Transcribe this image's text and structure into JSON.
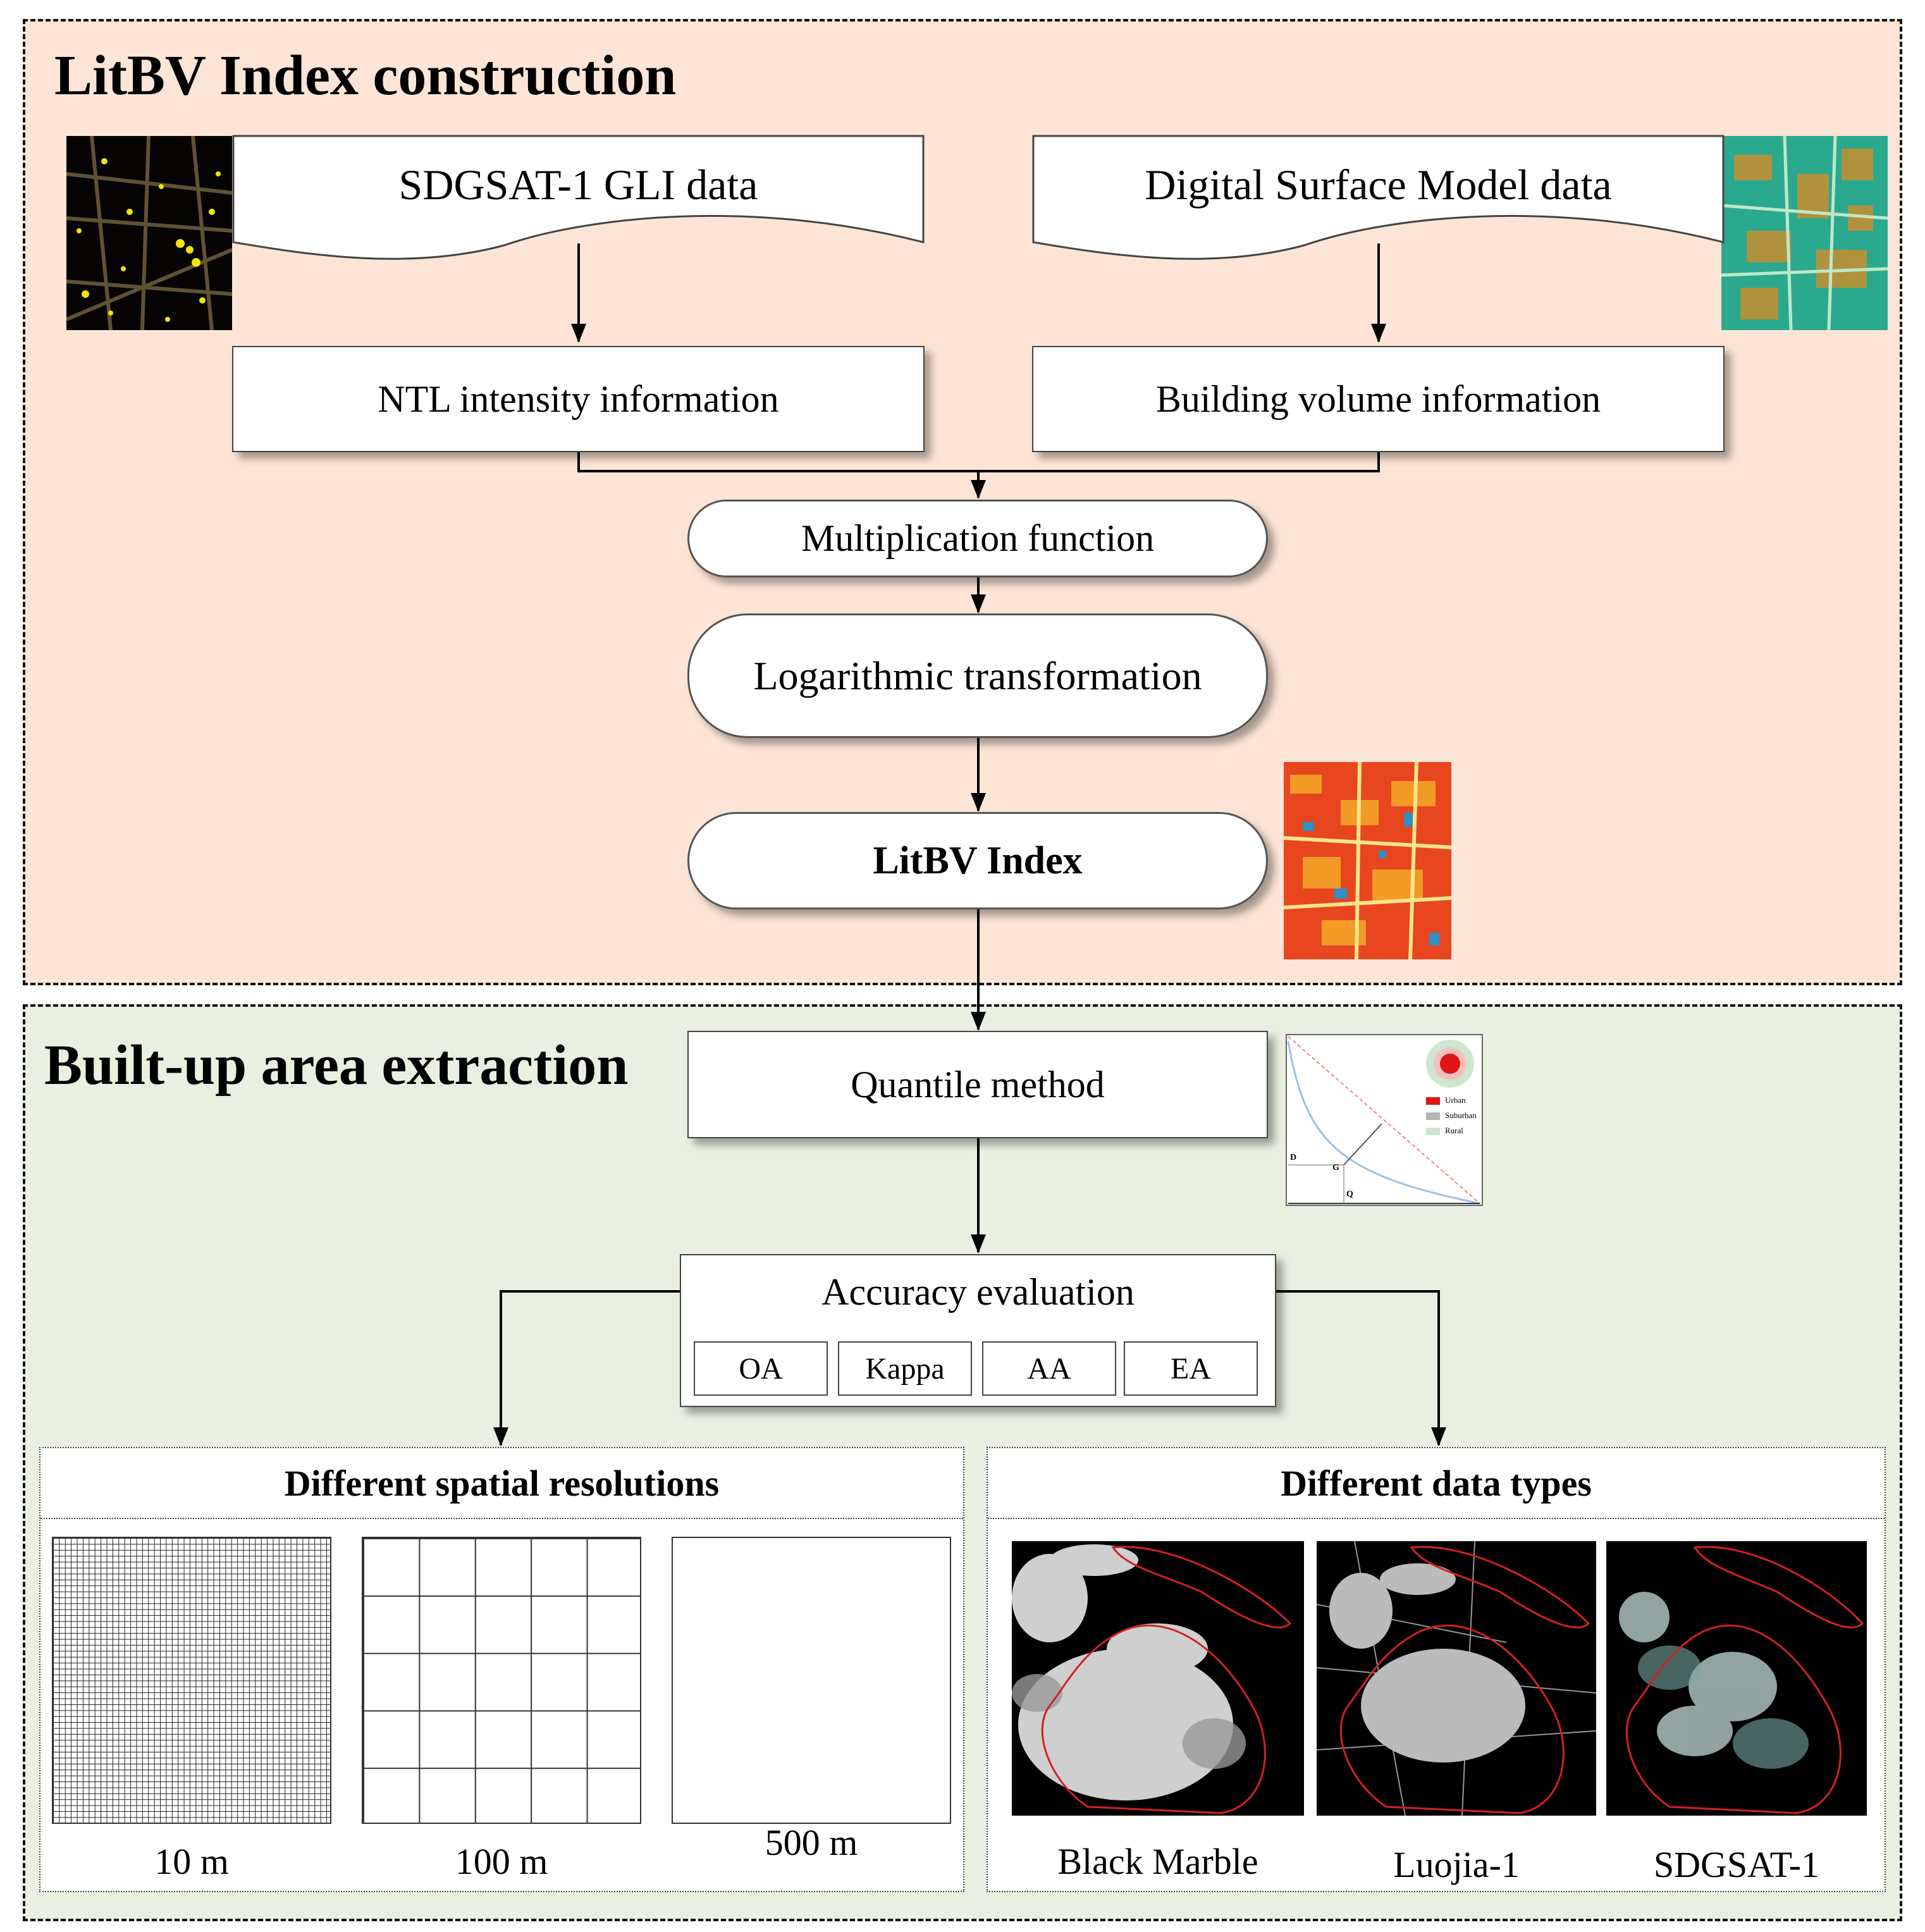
{
  "sections": {
    "construction_title": "LitBV Index construction",
    "extraction_title": "Built-up area extraction"
  },
  "inputs": {
    "gli": "SDGSAT-1 GLI data",
    "dsm": "Digital Surface Model data"
  },
  "info": {
    "ntl": "NTL intensity information",
    "bv": "Building volume information"
  },
  "steps": {
    "multiplication": "Multiplication function",
    "logarithmic": "Logarithmic transformation",
    "index": "LitBV Index",
    "quantile": "Quantile method",
    "accuracy": "Accuracy evaluation"
  },
  "metrics": [
    "OA",
    "Kappa",
    "AA",
    "EA"
  ],
  "legend_quantile": {
    "urban": "Urban",
    "suburban": "Suburban",
    "rural": "Rural",
    "axis_d": "D",
    "axis_q": "Q",
    "point_g": "G"
  },
  "resolutions": {
    "title": "Different spatial resolutions",
    "labels": [
      "10 m",
      "100 m",
      "500 m"
    ]
  },
  "data_types": {
    "title": "Different data types",
    "labels": [
      "Black Marble",
      "Luojia-1",
      "SDGSAT-1"
    ]
  },
  "colors": {
    "top_panel": "#fce5d6",
    "bottom_panel": "#e9f0df",
    "boundary": "#d42020"
  }
}
